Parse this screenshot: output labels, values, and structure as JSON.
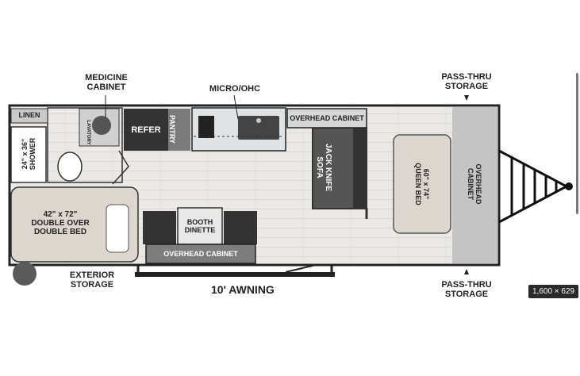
{
  "labels": {
    "medicine_cabinet": "MEDICINE\nCABINET",
    "micro_ohc": "MICRO/OHC",
    "pass_thru_top": "PASS-THRU\nSTORAGE",
    "pass_thru_bottom": "PASS-THRU\nSTORAGE",
    "exterior_storage": "EXTERIOR\nSTORAGE",
    "awning": "10' AWNING",
    "linen": "LINEN",
    "lavatory": "LAVATORY",
    "shower": "24\" x 36\"\nSHOWER",
    "refer": "REFER",
    "pantry": "PANTRY",
    "overhead_cabinet_top": "OVERHEAD CABINET",
    "jack_knife_sofa": "JACK KNIFE\nSOFA",
    "queen_bed": "60\" x 74\"\nQUEEN BED",
    "overhead_cabinet_front": "OVERHEAD\nCABINET",
    "double_bed": "42\" x 72\"\nDOUBLE OVER\nDOUBLE BED",
    "booth_dinette": "BOOTH\nDINETTE",
    "overhead_cabinet_bottom": "OVERHEAD CABINET"
  },
  "image_size_badge": "1,600 × 629",
  "colors": {
    "floor": "#e9e7e3",
    "wall": "#222222",
    "dark_cabinet": "#3b3b3b",
    "grey_panel": "#bfbfbf",
    "bed_fill": "#dcd6cf"
  }
}
